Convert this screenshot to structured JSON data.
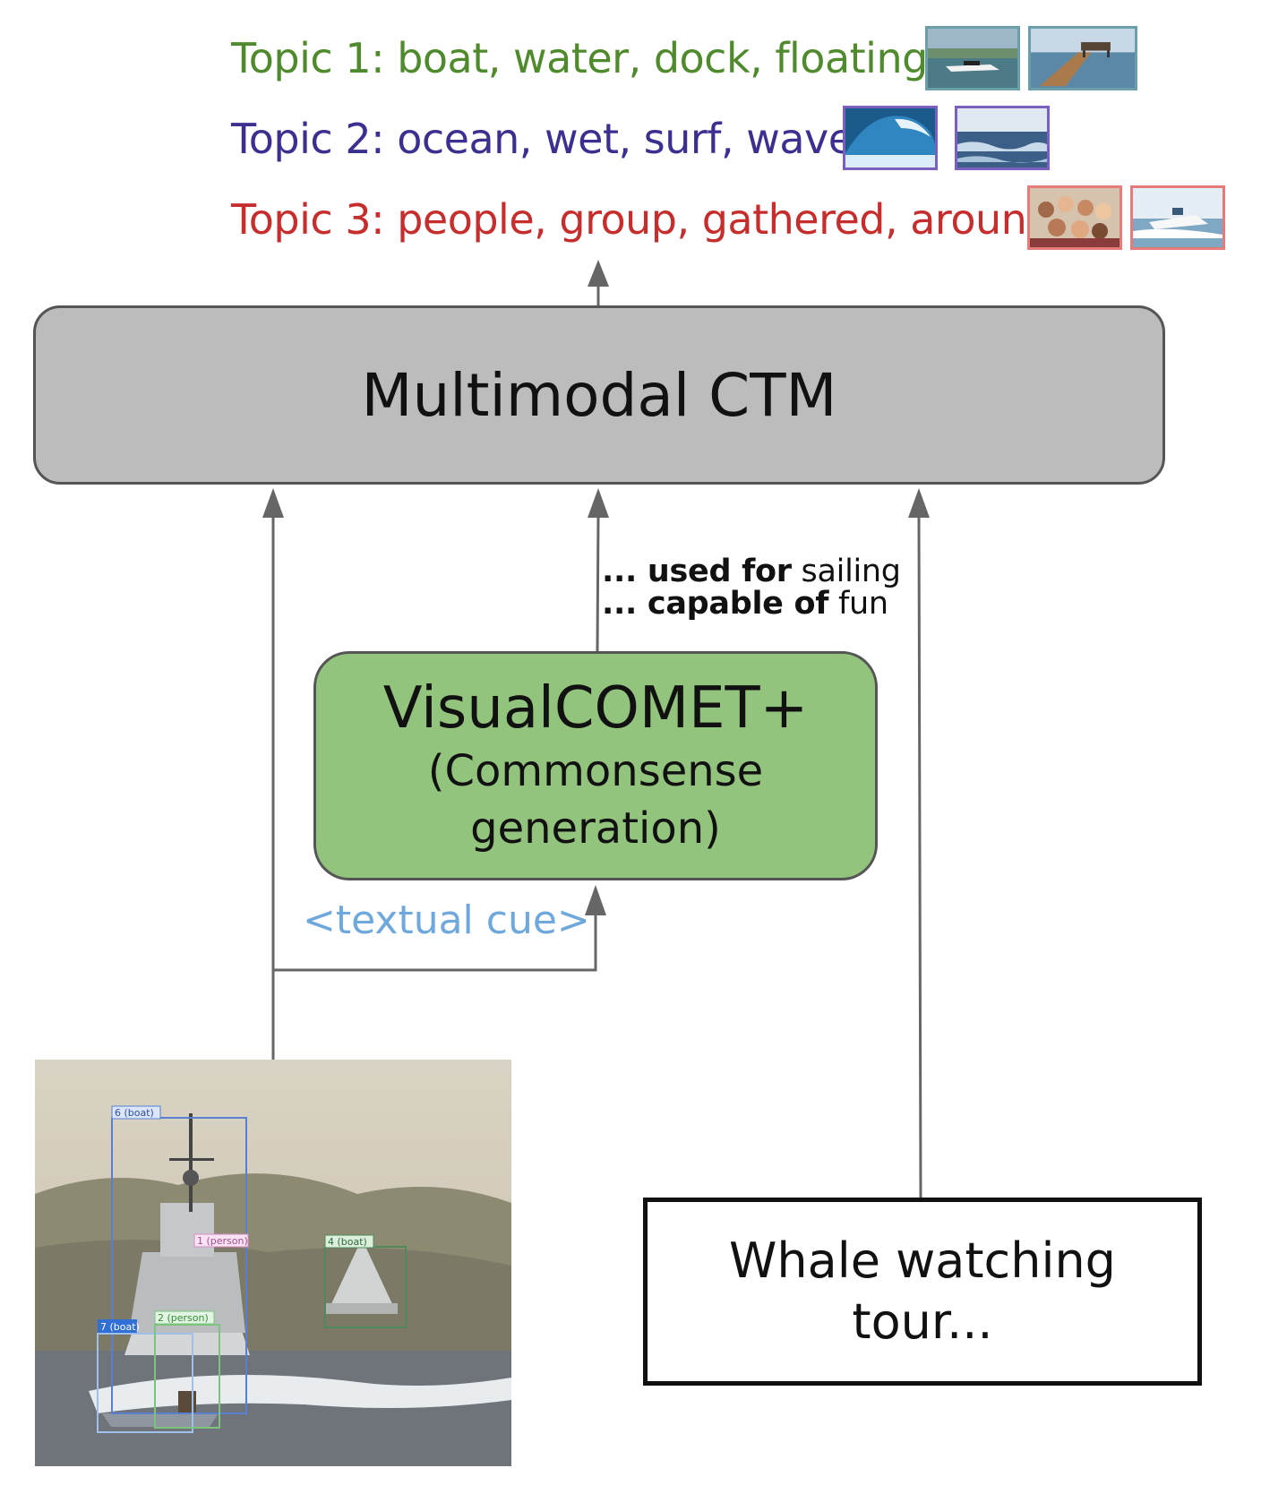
{
  "topics": [
    {
      "label": "Topic 1: boat, water, dock,  floating",
      "color": "#4f8a2c"
    },
    {
      "label": "Topic 2: ocean, wet, surf, waves",
      "color": "#3b2f8f"
    },
    {
      "label": "Topic 3: people, group, gathered, around",
      "color": "#c62d2d"
    }
  ],
  "thumb_colors": {
    "topic1": "#6a9ea8",
    "topic2": "#7a5fc0",
    "topic3": "#e87a7a"
  },
  "ctm": {
    "label": "Multimodal CTM",
    "fill": "#bcbcbc"
  },
  "visualcomet": {
    "title": "VisualCOMET+",
    "line2": "(Commonsense",
    "line3": "generation)",
    "fill": "#93c47d"
  },
  "inferences": [
    {
      "bold": "... used for",
      "rest": " sailing"
    },
    {
      "bold": "... capable of",
      "rest": " fun"
    }
  ],
  "textual_cue": "<textual cue>",
  "caption": {
    "line1": "Whale watching",
    "line2": "tour..."
  },
  "detections": [
    {
      "label": "6 (boat)",
      "color": "#5b7fd0"
    },
    {
      "label": "1 (person)",
      "color": "#d78bc6"
    },
    {
      "label": "4 (boat)",
      "color": "#4f8a5a"
    },
    {
      "label": "7 (boat)",
      "color": "#2f6fd6"
    },
    {
      "label": "2 (person)",
      "color": "#7cc47c"
    }
  ]
}
